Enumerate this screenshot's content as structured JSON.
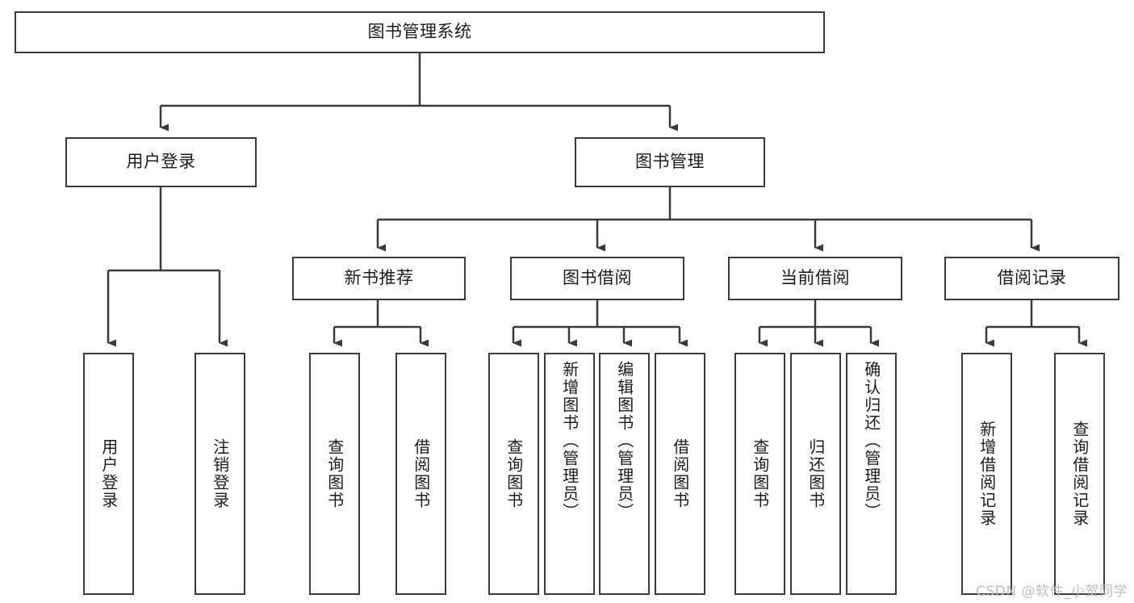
{
  "diagram": {
    "title": "图书管理系统",
    "type": "tree-hierarchy",
    "stroke_color": "#3a3a3a",
    "text_color": "#1b1b1b",
    "background_color": "#ffffff"
  },
  "nodes": {
    "root": {
      "label": "图书管理系统"
    },
    "level2": [
      {
        "label": "用户登录"
      },
      {
        "label": "图书管理"
      }
    ],
    "level3": [
      {
        "label": "新书推荐"
      },
      {
        "label": "图书借阅"
      },
      {
        "label": "当前借阅"
      },
      {
        "label": "借阅记录"
      }
    ],
    "leaves": {
      "user_login": [
        {
          "label": "用户登录"
        },
        {
          "label": "注销登录"
        }
      ],
      "new_book_recommend": [
        {
          "label": "查询图书"
        },
        {
          "label": "借阅图书"
        }
      ],
      "book_borrow": [
        {
          "label": "查询图书"
        },
        {
          "label": "新增图书（管理员）"
        },
        {
          "label": "编辑图书（管理员）"
        },
        {
          "label": "借阅图书"
        }
      ],
      "current_borrow": [
        {
          "label": "查询图书"
        },
        {
          "label": "归还图书"
        },
        {
          "label": "确认归还（管理员）"
        }
      ],
      "borrow_record": [
        {
          "label": "新增借阅记录"
        },
        {
          "label": "查询借阅记录"
        }
      ]
    }
  },
  "watermark": {
    "text": "CSDN @软件_小贺同学"
  }
}
